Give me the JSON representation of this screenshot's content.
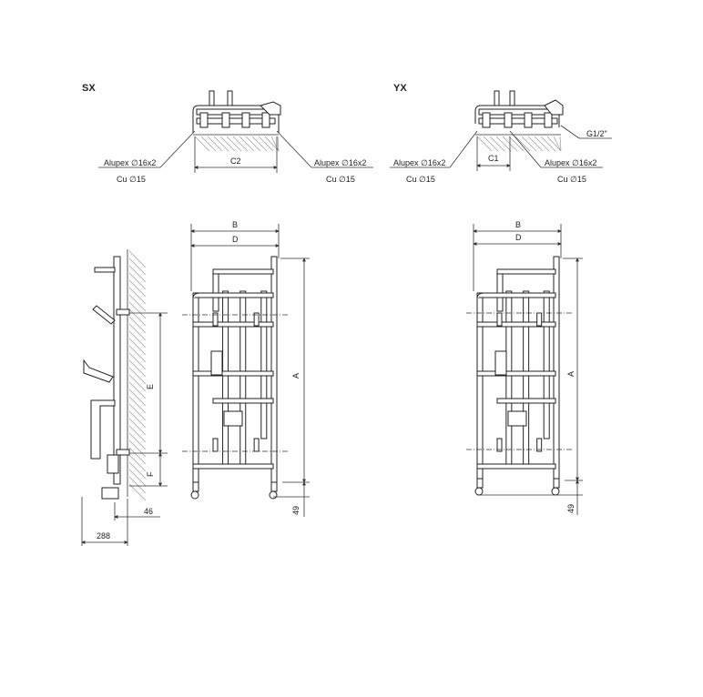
{
  "variants": {
    "sx": {
      "title": "SX"
    },
    "yx": {
      "title": "YX"
    }
  },
  "callouts": {
    "sx_left_alupex": "Alupex ∅16x2",
    "sx_left_cu": "Cu ∅15",
    "sx_right_alupex": "Alupex ∅16x2",
    "sx_right_cu": "Cu ∅15",
    "yx_left_alupex": "Alupex ∅16x2",
    "yx_left_cu": "Cu ∅15",
    "yx_right_alupex": "Alupex ∅16x2",
    "yx_right_cu": "Cu ∅15",
    "yx_thread": "G1/2\""
  },
  "dimensions": {
    "c2": "C2",
    "c1": "C1",
    "sx_b": "B",
    "sx_d": "D",
    "sx_a": "A",
    "sx_49": "49",
    "yx_b": "B",
    "yx_d": "D",
    "yx_a": "A",
    "yx_49": "49",
    "side_e": "E",
    "side_f": "F",
    "side_46": "46",
    "side_288": "288"
  },
  "colors": {
    "line": "#222222",
    "hatch": "#999999",
    "background": "#ffffff"
  }
}
